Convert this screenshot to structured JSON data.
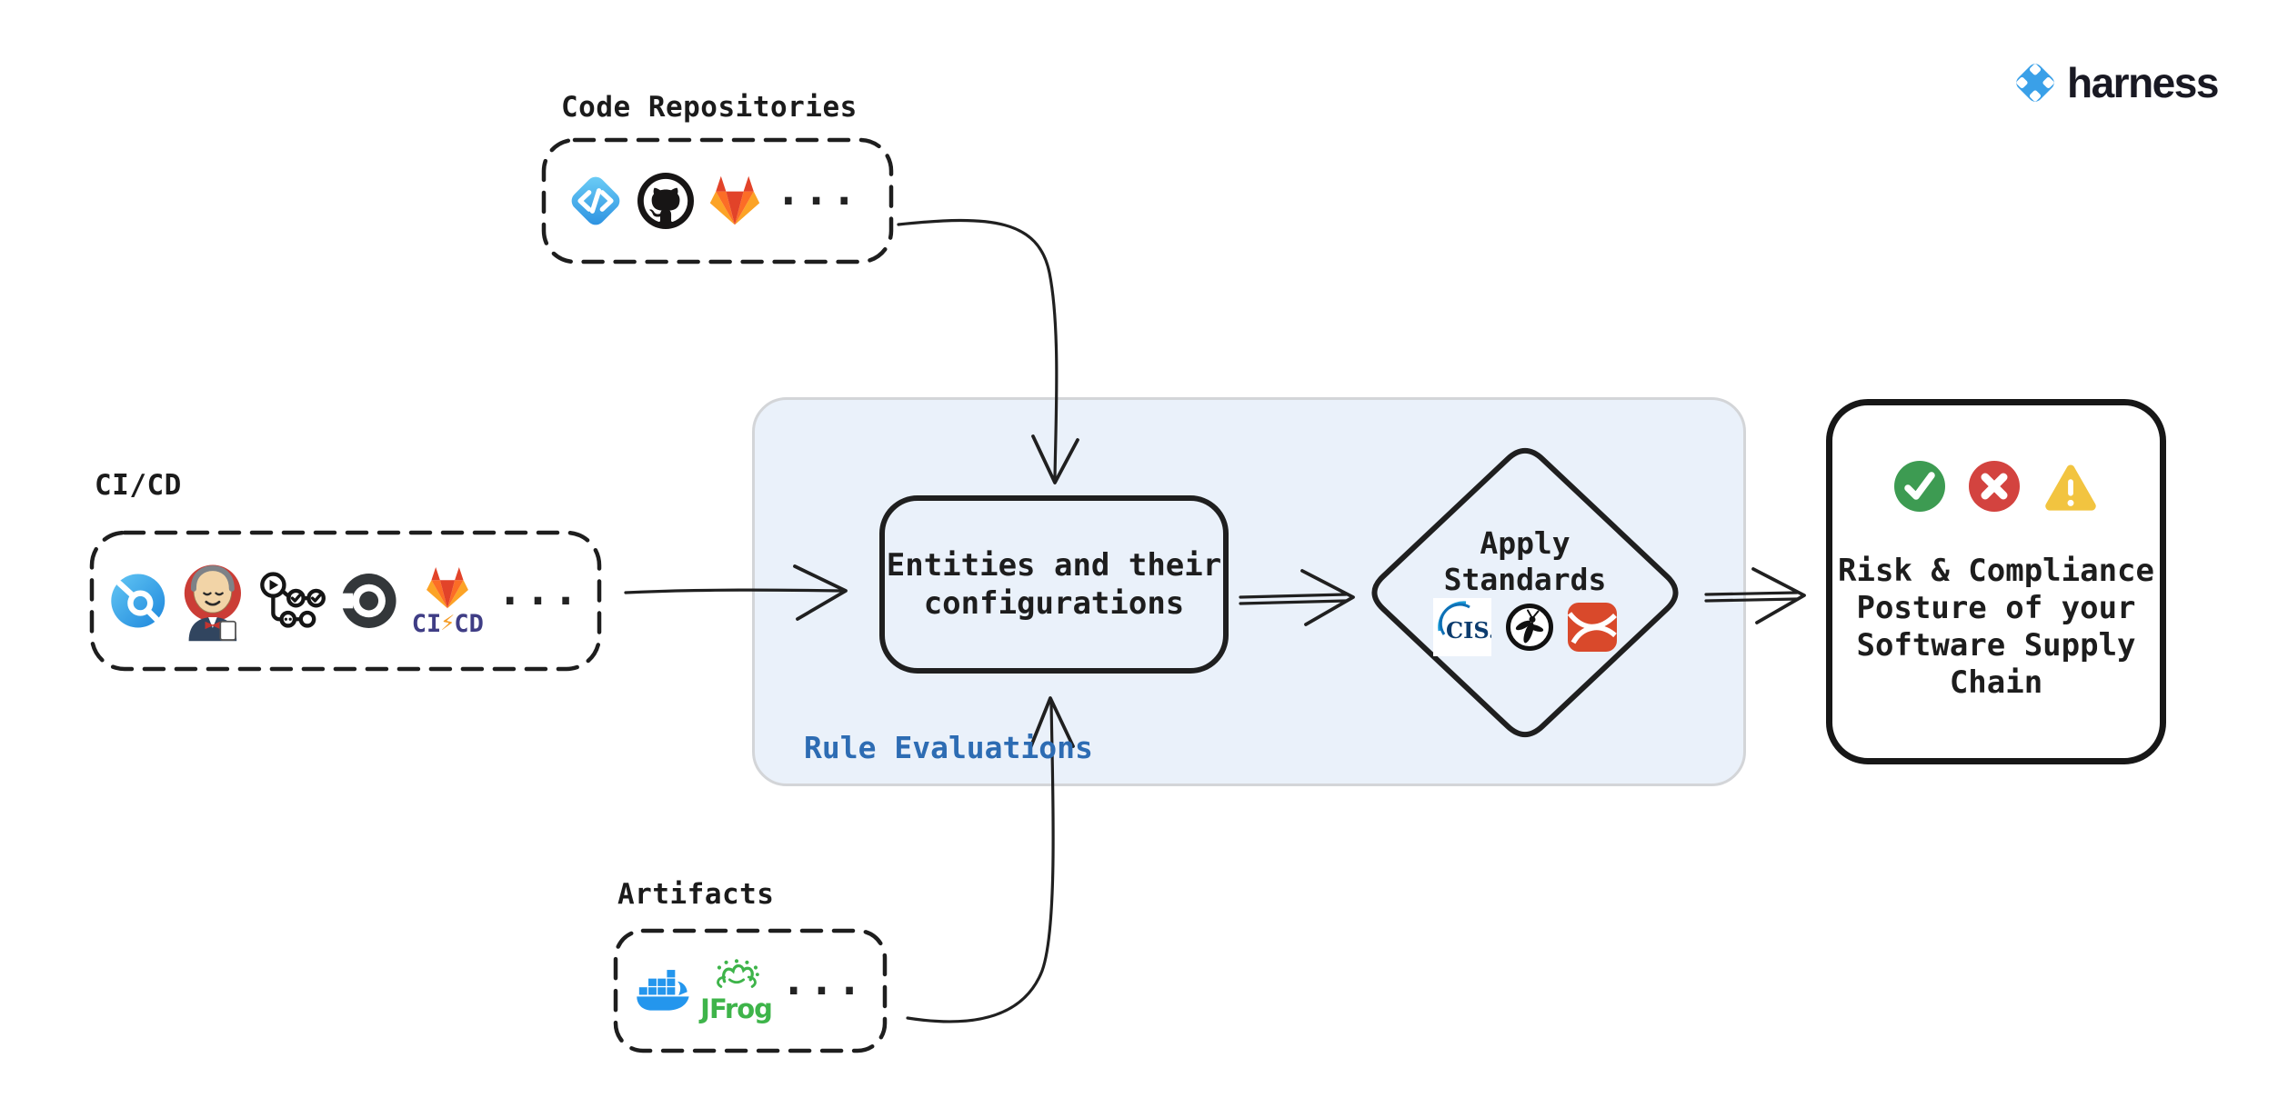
{
  "header": {
    "brand": "harness"
  },
  "colors": {
    "panel_fill": "#EAF1FA",
    "panel_border": "#D3D5D8",
    "ink": "#1E1E1E",
    "rule_label_blue": "#2D6CB3",
    "harness_blue": "#3AA0E8",
    "success_green": "#3D9B52",
    "error_red": "#D3433F",
    "warning_yellow": "#F2C440"
  },
  "nodes": {
    "code_repositories": {
      "label": "Code Repositories",
      "icons": [
        "harness-code",
        "github",
        "gitlab"
      ],
      "more": "..."
    },
    "cicd": {
      "label": "CI/CD",
      "icons": [
        "harness-ci",
        "jenkins",
        "github-actions",
        "circleci",
        "gitlab-cicd"
      ],
      "gitlab_ci": "CI",
      "gitlab_bolt": "⚡",
      "gitlab_cd": "CD",
      "more": "..."
    },
    "artifacts": {
      "label": "Artifacts",
      "icons": [
        "docker",
        "jfrog"
      ],
      "jfrog_label": "JFrog",
      "more": "..."
    },
    "rule_evaluations": {
      "label": "Rule Evaluations",
      "entities_text": "Entities and their\nconfigurations",
      "apply_standards_text": "Apply\nStandards",
      "standards_icons": [
        "cis",
        "owasp",
        "security-standard"
      ],
      "cis_label": "CIS."
    },
    "outcome": {
      "text": "Risk & Compliance\nPosture of your\nSoftware Supply\nChain",
      "status_icons": [
        "check",
        "cross",
        "warning"
      ]
    }
  }
}
